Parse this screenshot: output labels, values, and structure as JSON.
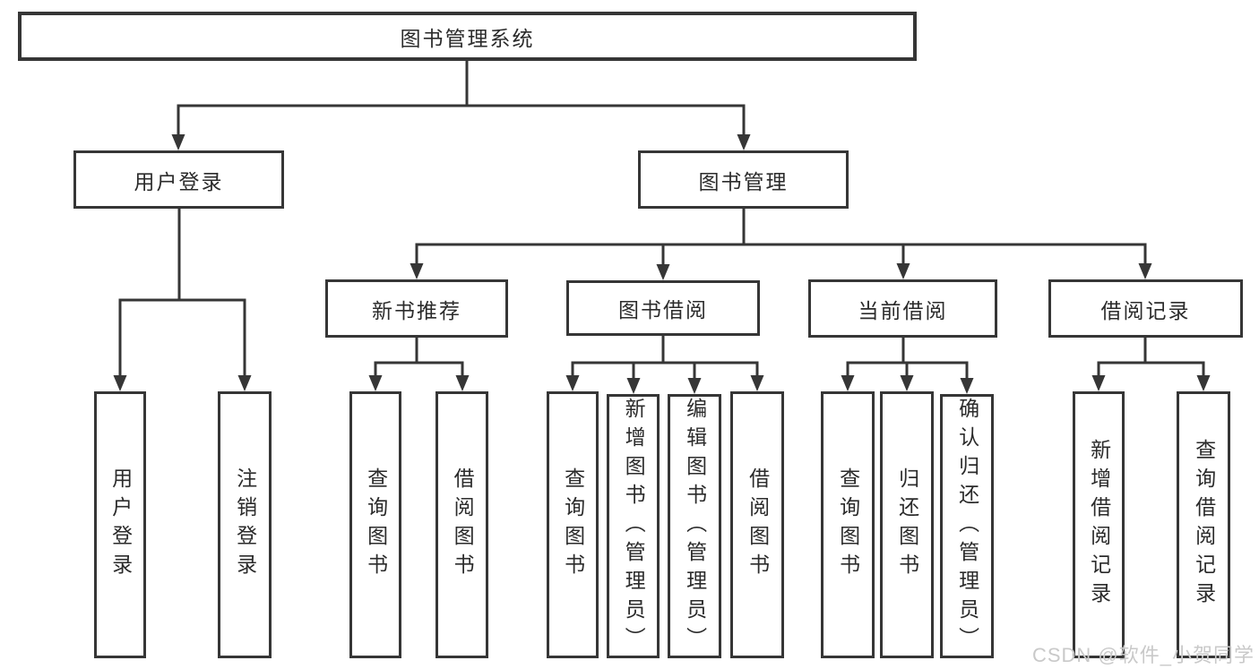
{
  "diagram": {
    "title": "图书管理系统",
    "branches": [
      {
        "label": "用户登录",
        "children": [
          "用户登录",
          "注销登录"
        ]
      },
      {
        "label": "图书管理",
        "children": [
          {
            "label": "新书推荐",
            "children": [
              "查询图书",
              "借阅图书"
            ]
          },
          {
            "label": "图书借阅",
            "children": [
              "查询图书",
              "新增图书（管理员）",
              "编辑图书（管理员）",
              "借阅图书"
            ]
          },
          {
            "label": "当前借阅",
            "children": [
              "查询图书",
              "归还图书",
              "确认归还（管理员）"
            ]
          },
          {
            "label": "借阅记录",
            "children": [
              "新增借阅记录",
              "查询借阅记录"
            ]
          }
        ]
      }
    ]
  },
  "watermark": {
    "text": "CSDN @软件_小贺同学"
  },
  "colors": {
    "line": "#363636",
    "text": "#2b2b2b",
    "background": "#ffffff",
    "watermark": "#c9c9c9"
  }
}
